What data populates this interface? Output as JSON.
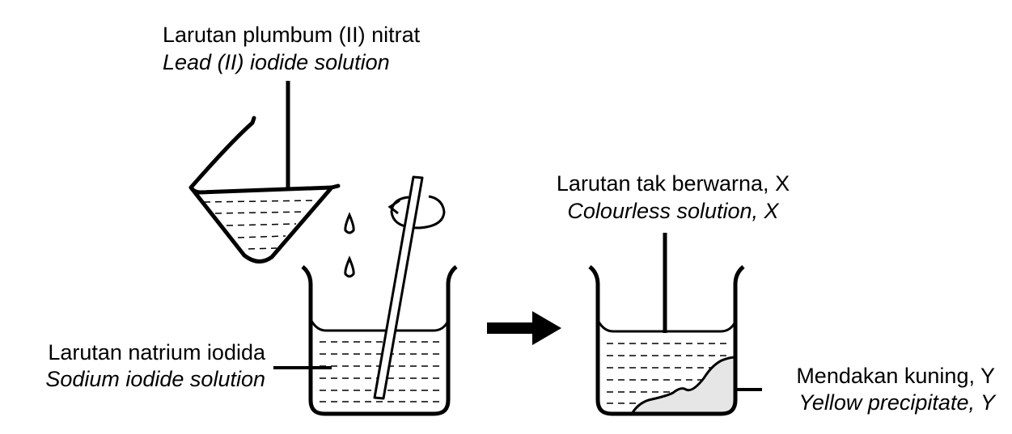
{
  "labels": {
    "lead_nitrate_ms": "Larutan plumbum (II) nitrat",
    "lead_nitrate_en": "Lead (II) iodide solution",
    "sodium_iodide_ms": "Larutan natrium iodida",
    "sodium_iodide_en": "Sodium iodide solution",
    "colourless_ms": "Larutan tak berwarna, X",
    "colourless_en": "Colourless solution, X",
    "precipitate_ms": "Mendakan kuning, Y",
    "precipitate_en": "Yellow precipitate, Y"
  },
  "colors": {
    "precipitate": "#e6e6e6",
    "line": "#000000"
  }
}
